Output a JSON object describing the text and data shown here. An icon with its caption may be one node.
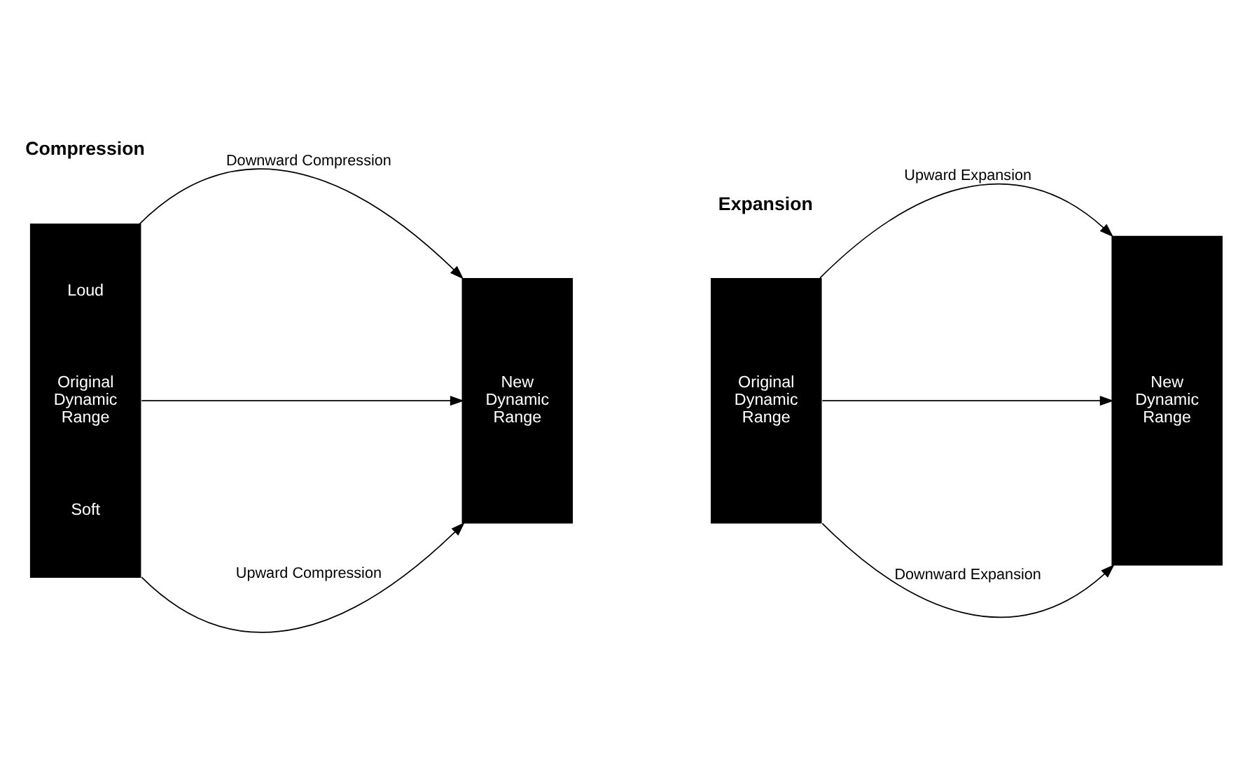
{
  "diagram": {
    "nodes": [
      {
        "text": [
          "Loud",
          "Original Dynamic Range",
          "Soft"
        ]
      },
      {
        "text": [
          "New Dynamic Range"
        ]
      },
      {
        "text": [
          "Original Dynamic Range"
        ]
      },
      {
        "text": [
          "New Dynamic Range"
        ]
      }
    ],
    "edges": [
      {
        "from": 0,
        "to": 1,
        "arrow": "to",
        "label": "Downward Compression"
      },
      {
        "from": 0,
        "to": 1,
        "arrow": "to"
      },
      {
        "from": 0,
        "to": 1,
        "arrow": "to",
        "label": "Upward Compression"
      },
      {
        "from": 2,
        "to": 3,
        "arrow": "to",
        "label": "Upward Expansion"
      },
      {
        "from": 2,
        "to": 3,
        "arrow": "to"
      },
      {
        "from": 2,
        "to": 3,
        "arrow": "to",
        "label": "Downward Expansion"
      }
    ],
    "labels": [
      "Compression",
      "Expansion"
    ]
  }
}
